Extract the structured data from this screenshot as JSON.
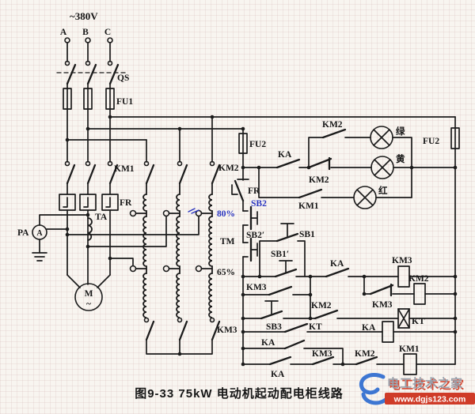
{
  "caption": "图9-33  75kW 电动机起动配电柜线路",
  "labels": {
    "voltage": "~380V",
    "phase_a": "A",
    "phase_b": "B",
    "phase_c": "C",
    "qs": "QS",
    "fu1": "FU1",
    "fu2": "FU2",
    "km1": "KM1",
    "km2": "KM2",
    "km3": "KM3",
    "ka": "KA",
    "kt": "KT",
    "fr": "FR",
    "ta": "TA",
    "pa": "PA",
    "tm": "TM",
    "motor": "M",
    "motor_wave": "~",
    "ammeter": "A",
    "sb1": "SB1",
    "sb1_prime": "SB1′",
    "sb2": "SB2",
    "sb2_prime": "SB2′",
    "sb3": "SB3",
    "tap80": "80%",
    "tap65": "65%",
    "lamp_green": "绿",
    "lamp_yellow": "黄",
    "lamp_red": "红"
  },
  "watermark": {
    "name": "电工技术之家",
    "url": "www.dgjs123.com"
  },
  "colors": {
    "ink": "#1b1b1b",
    "annotation_blue": "#2a35c0",
    "watermark_bar": "#cf3b28",
    "watermark_logo": "#3d76d2",
    "paper": "#f8f5f0"
  }
}
